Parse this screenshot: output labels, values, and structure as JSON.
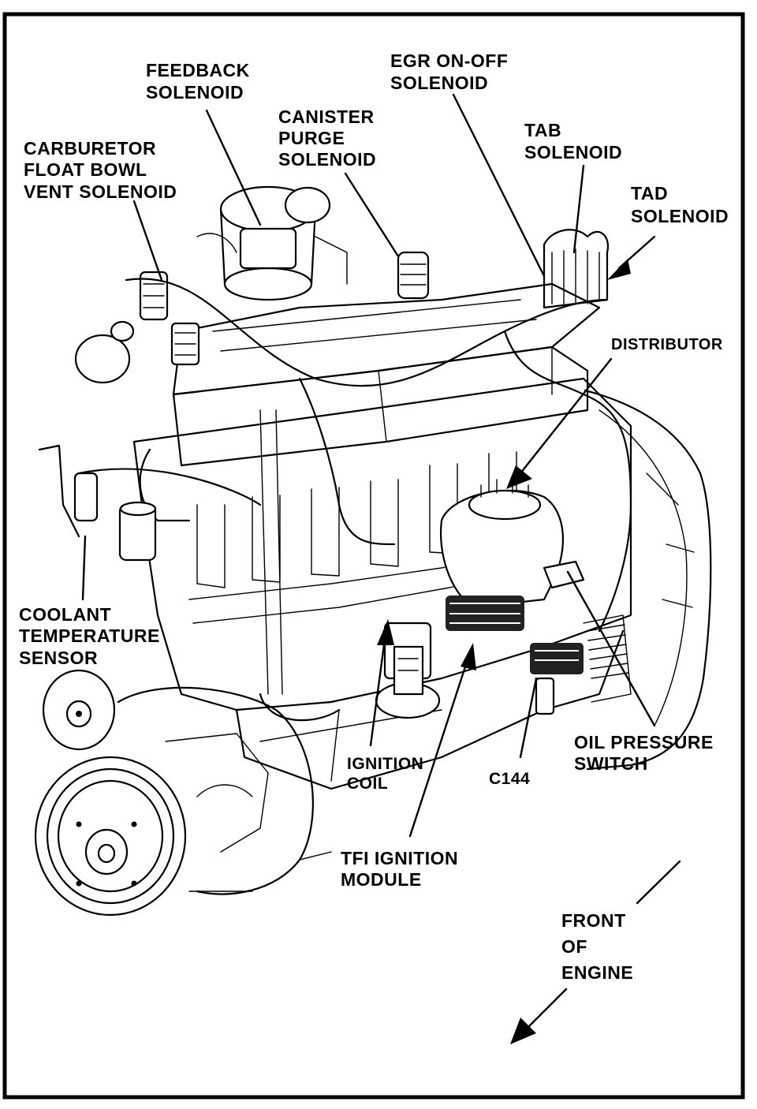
{
  "labels": {
    "feedback_solenoid": [
      "FEEDBACK",
      "SOLENOID"
    ],
    "egr_solenoid": [
      "EGR ON-OFF",
      "SOLENOID"
    ],
    "canister_purge_solenoid": [
      "CANISTER",
      "PURGE",
      "SOLENOID"
    ],
    "carburetor_vent_solenoid": [
      "CARBURETOR",
      "FLOAT BOWL",
      "VENT SOLENOID"
    ],
    "tab_solenoid": [
      "TAB",
      "SOLENOID"
    ],
    "tad_solenoid": [
      "TAD",
      "SOLENOID"
    ],
    "distributor": [
      "DISTRIBUTOR"
    ],
    "coolant_temperature_sensor": [
      "COOLANT",
      "TEMPERATURE",
      "SENSOR"
    ],
    "ignition_coil": [
      "IGNITION",
      "COIL"
    ],
    "c144": [
      "C144"
    ],
    "oil_pressure_switch": [
      "OIL PRESSURE",
      "SWITCH"
    ],
    "tfi_ignition_module": [
      "TFI IGNITION",
      "MODULE"
    ],
    "front_of_engine": [
      "FRONT",
      "OF",
      "ENGINE"
    ]
  },
  "colors": {
    "ink": "#000000",
    "paper": "#ffffff"
  }
}
